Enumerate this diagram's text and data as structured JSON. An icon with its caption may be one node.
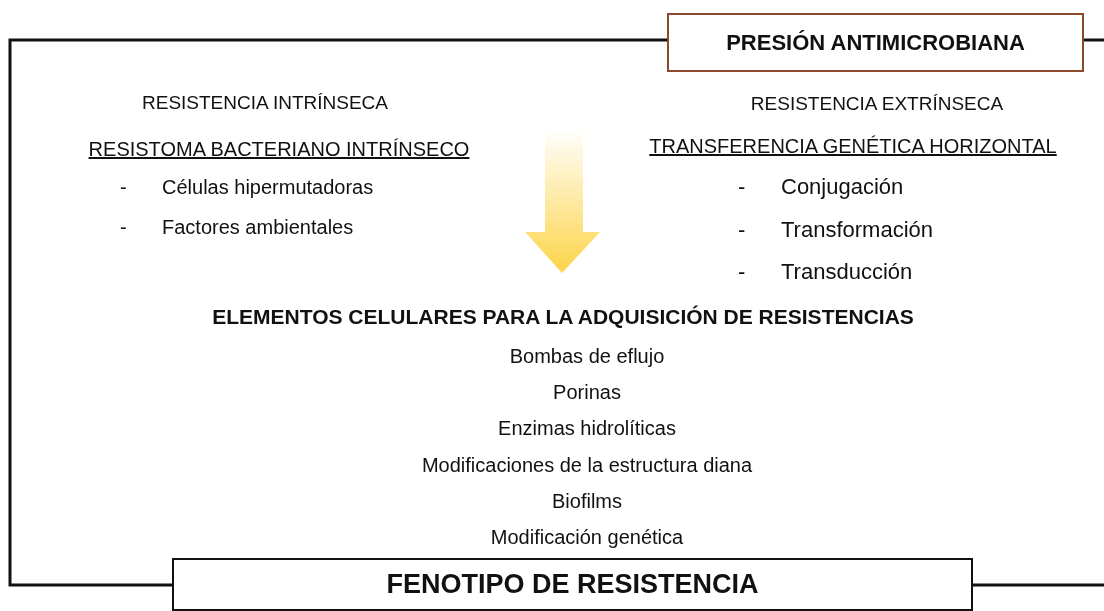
{
  "diagram": {
    "nodes": [
      {
        "text": [
          "PRESIÓN ANTIMICROBIANA"
        ]
      },
      {
        "text": [
          "FENOTIPO DE RESISTENCIA"
        ]
      }
    ],
    "edges": [
      {
        "from": 0,
        "to": 1,
        "arrow": "none"
      }
    ],
    "labels": [
      "RESISTENCIA INTRÍNSECA",
      "RESISTENCIA EXTRÍNSECA",
      "RESISTOMA BACTERIANO INTRÍNSECO",
      "TRANSFERENCIA GENÉTICA HORIZONTAL",
      "-",
      "Células hipermutadoras",
      "-",
      "Conjugación",
      "-",
      "Factores ambientales",
      "-",
      "Transformación",
      "-",
      "Transducción",
      "ELEMENTOS CELULARES PARA LA ADQUISICIÓN DE RESISTENCIAS",
      "Bombas de eflujo",
      "Porinas",
      "Enzimas hidrolíticas",
      "Modificaciones de la estructura diana",
      "Biofilms",
      "Modificación genética"
    ]
  }
}
